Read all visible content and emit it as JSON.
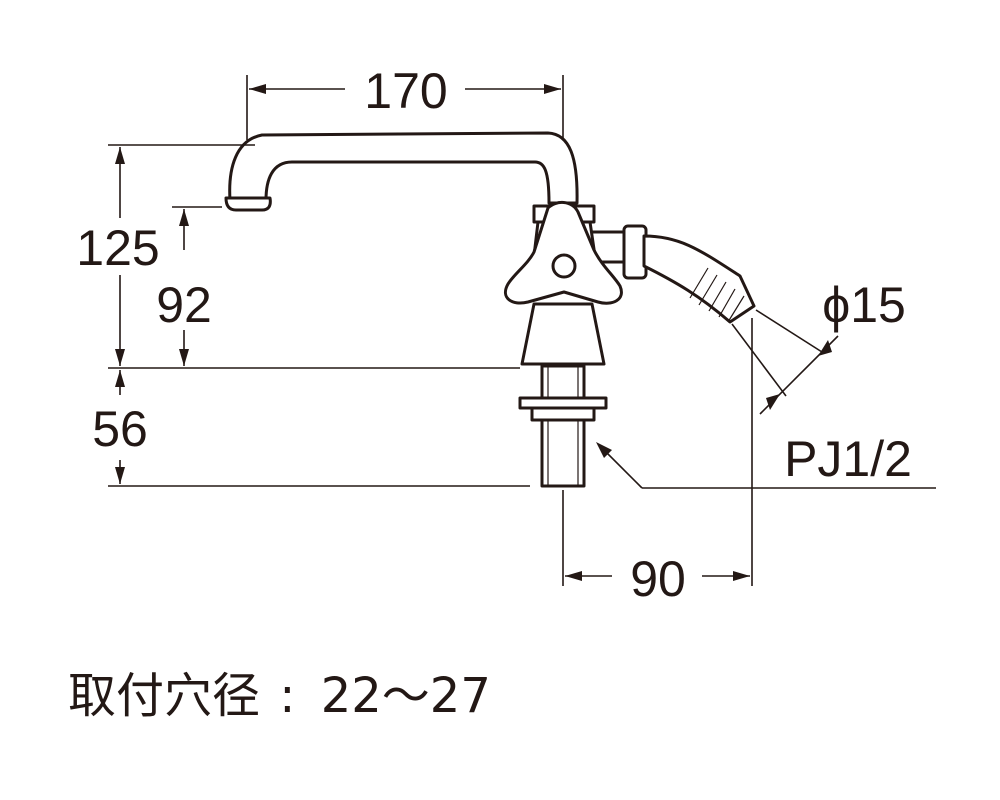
{
  "diagram": {
    "dimensions": {
      "spout_reach": "170",
      "total_height": "125",
      "spout_height": "92",
      "shank_length": "56",
      "outlet_offset": "90",
      "hose_diameter": "ϕ15",
      "thread_spec": "PJ1/2"
    },
    "caption": {
      "label": "取付穴径",
      "separator": ":",
      "value": "22〜27"
    }
  }
}
